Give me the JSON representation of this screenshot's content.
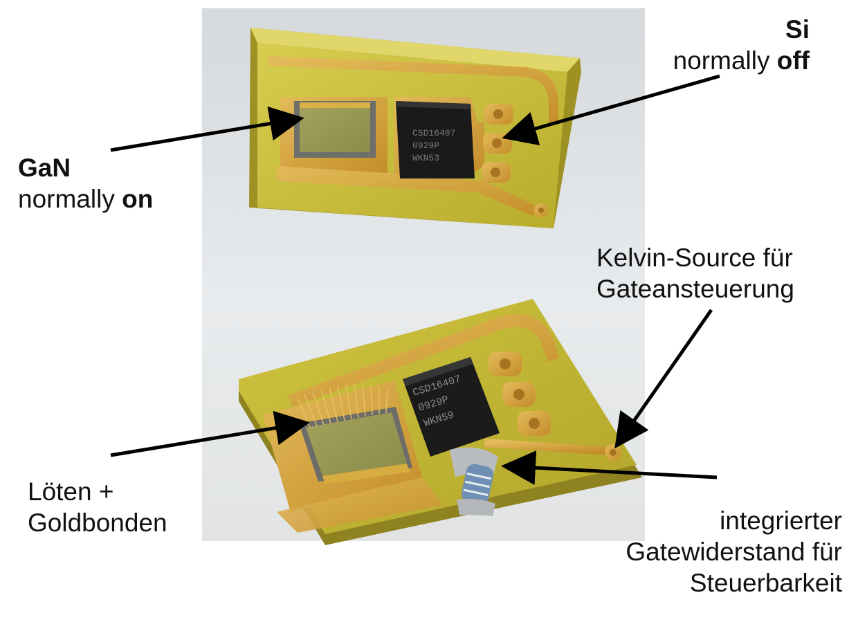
{
  "labels": {
    "si": {
      "title": "Si",
      "prefix": "normally ",
      "state": "off"
    },
    "gan": {
      "title": "GaN",
      "prefix": "normally ",
      "state": "on"
    },
    "kelvin": {
      "line1": "Kelvin-Source für",
      "line2": "Gateansteuerung"
    },
    "loeten": {
      "line1": "Löten +",
      "line2": "Goldbonden"
    },
    "gatewiderstand": {
      "line1": "integrierter",
      "line2": "Gatewiderstand für",
      "line3": "Steuerbarkeit"
    }
  },
  "chips": {
    "top_marking": [
      "CSD16407",
      "0929P",
      "WKN53"
    ],
    "bottom_marking": [
      "CSD16407",
      "0929P",
      "WKN59"
    ]
  },
  "colors": {
    "pcb": "#c9be3a",
    "gold": "#d8a53c",
    "chip": "#1a1a1a",
    "background": "#e4e7e9",
    "arrow": "#000000"
  }
}
